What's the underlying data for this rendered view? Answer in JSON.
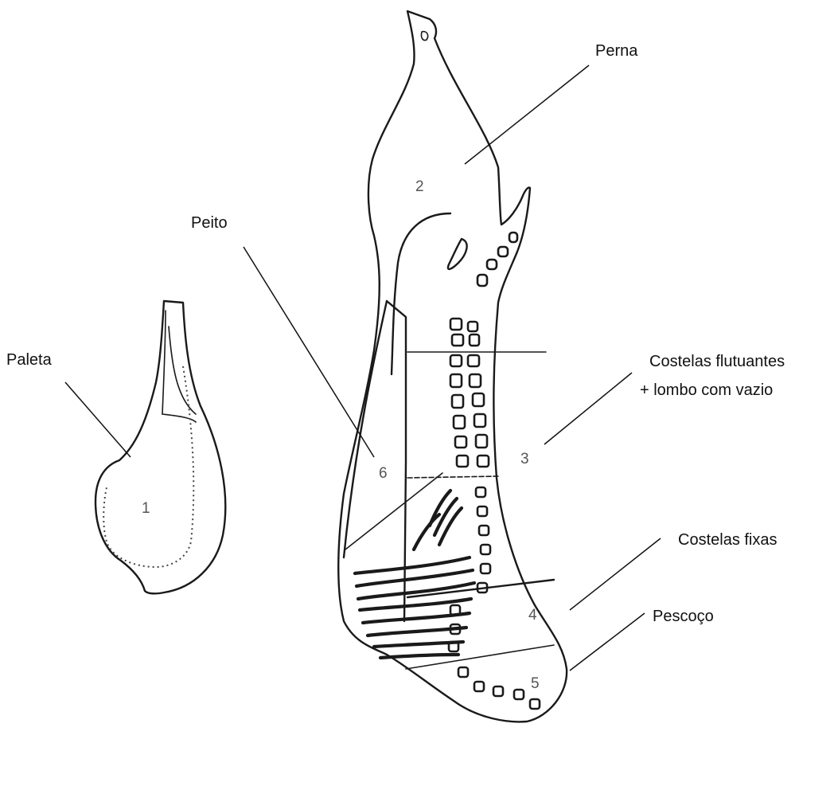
{
  "labels": {
    "perna": "Perna",
    "peito": "Peito",
    "paleta": "Paleta",
    "costelas_flutuantes_line1": "Costelas flutuantes",
    "costelas_flutuantes_line2": "+ lombo com vazio",
    "costelas_fixas": "Costelas fixas",
    "pescoco": "Pescoço"
  },
  "numbers": {
    "n1": "1",
    "n2": "2",
    "n3": "3",
    "n4": "4",
    "n5": "5",
    "n6": "6"
  }
}
